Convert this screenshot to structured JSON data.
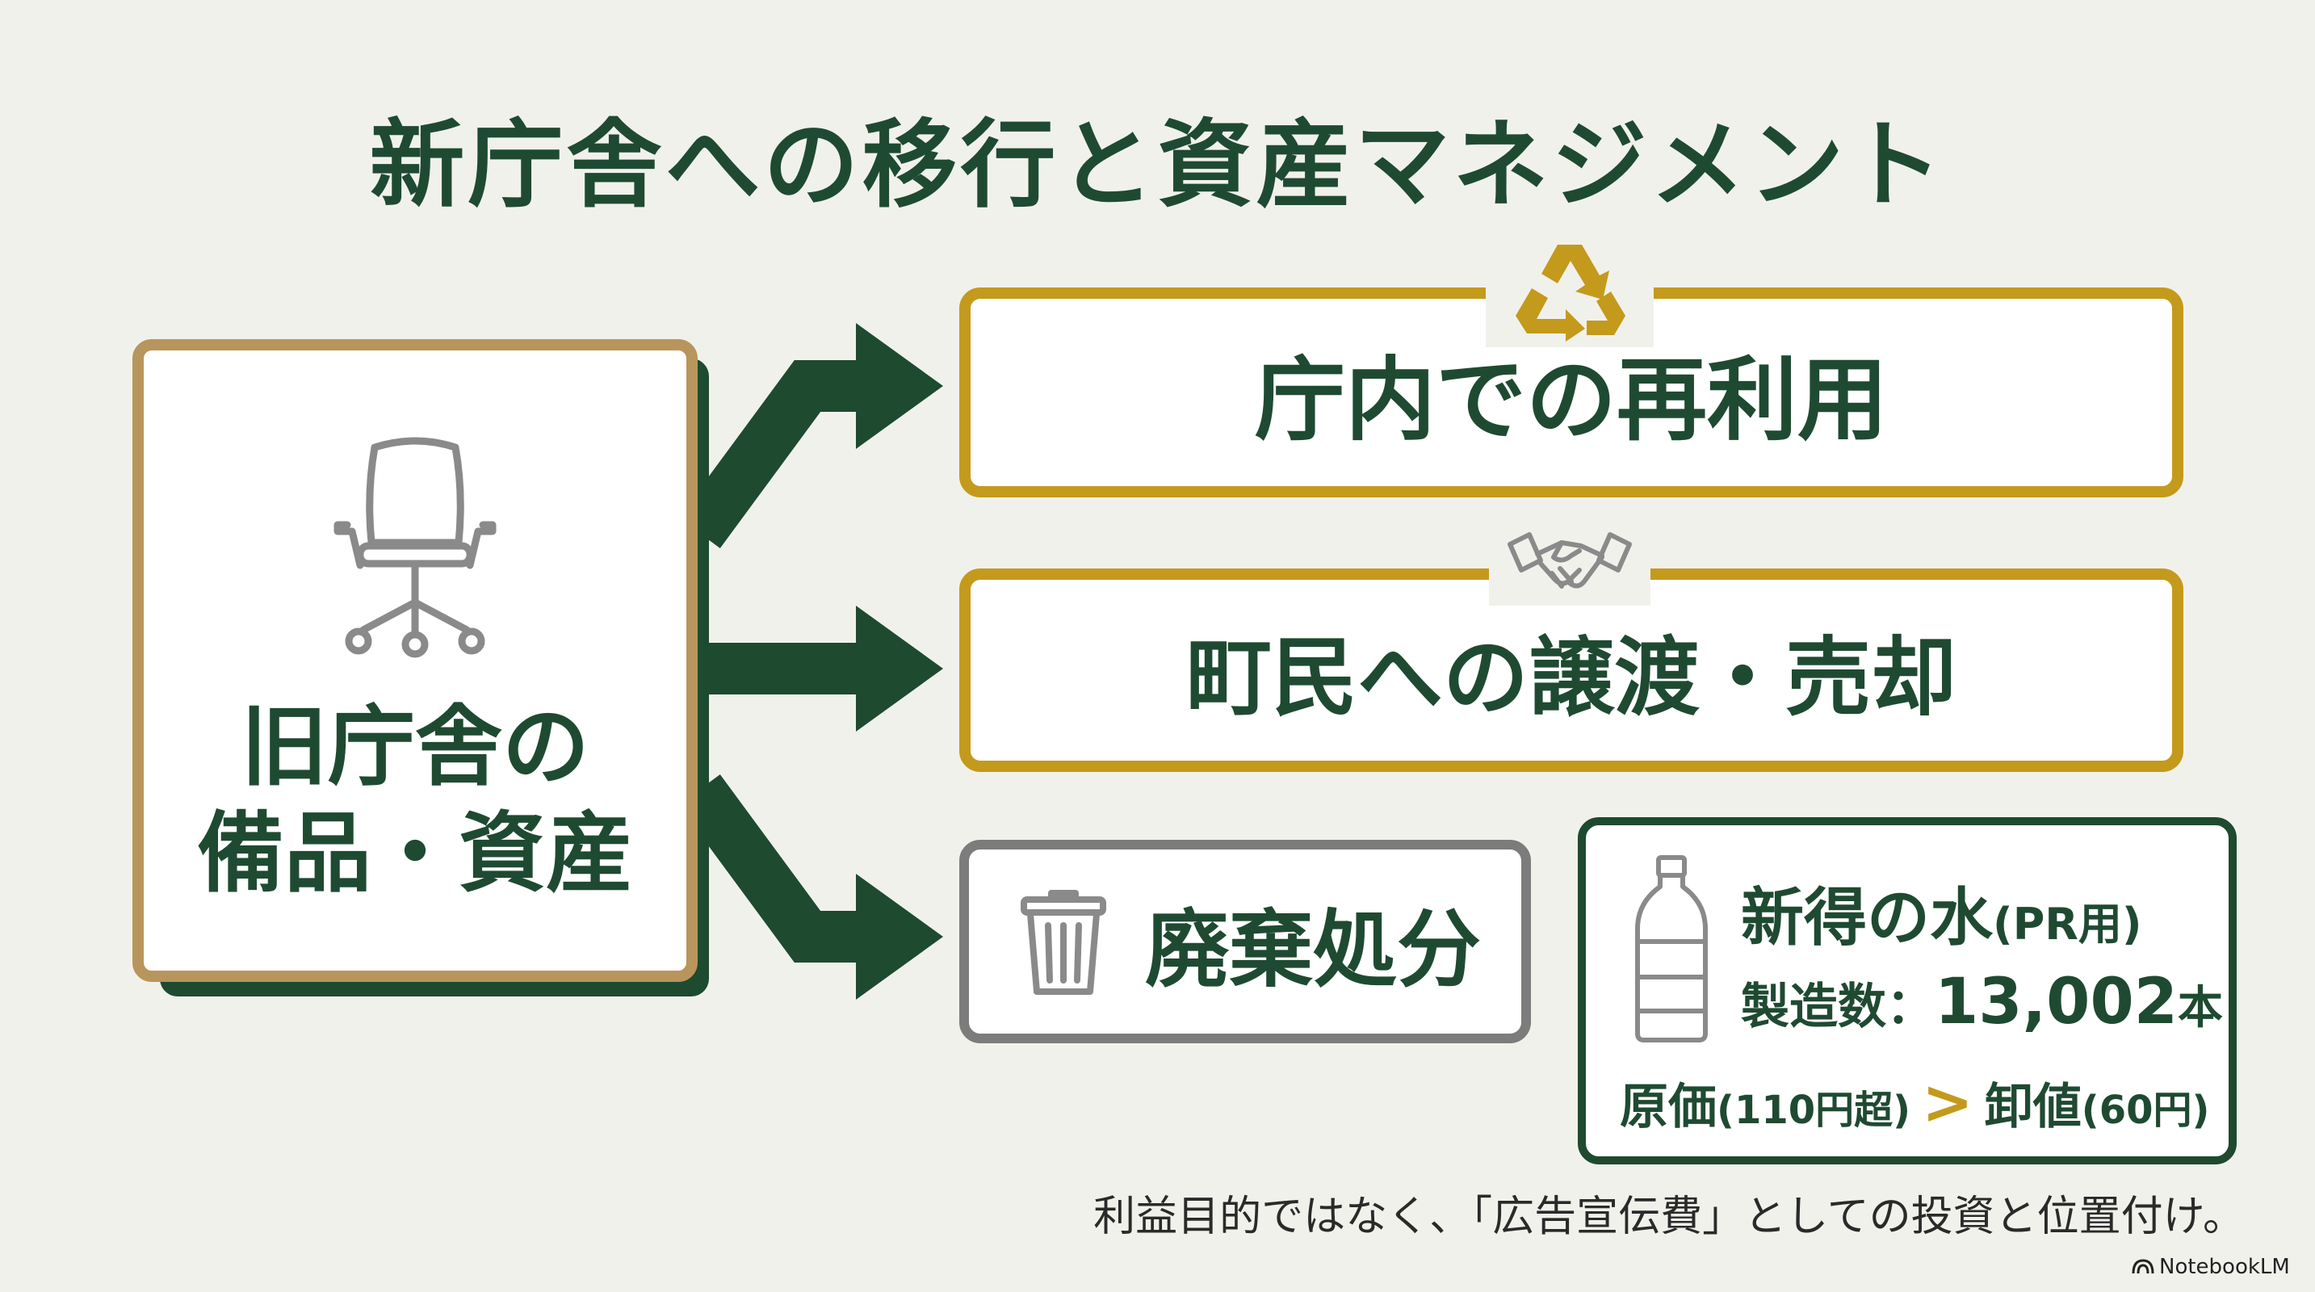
{
  "title": "新庁舎への移行と資産マネジメント",
  "source": {
    "line1": "旧庁舎の",
    "line2": "備品・資産",
    "icon": "office-chair-icon"
  },
  "options": [
    {
      "label": "庁内での再利用",
      "icon": "recycle-icon"
    },
    {
      "label": "町民への譲渡・売却",
      "icon": "handshake-icon"
    },
    {
      "label": "廃棄処分",
      "icon": "trash-icon"
    }
  ],
  "water": {
    "title": "新得の水",
    "title_sub": "(PR用)",
    "count_label": "製造数：",
    "count_value": "13,002",
    "count_unit": "本",
    "cost_label": "原価",
    "cost_value": "(110円超)",
    "compare": ">",
    "wholesale_label": "卸値",
    "wholesale_value": "(60円)",
    "icon": "water-bottle-icon"
  },
  "note": "利益目的ではなく、「広告宣伝費」としての投資と位置付け。",
  "brand": "NotebookLM",
  "colors": {
    "primary": "#1f4a32",
    "gold": "#c49a1c",
    "tan": "#b8955c",
    "gray": "#7c7c7c",
    "background": "#f1f1ec"
  }
}
